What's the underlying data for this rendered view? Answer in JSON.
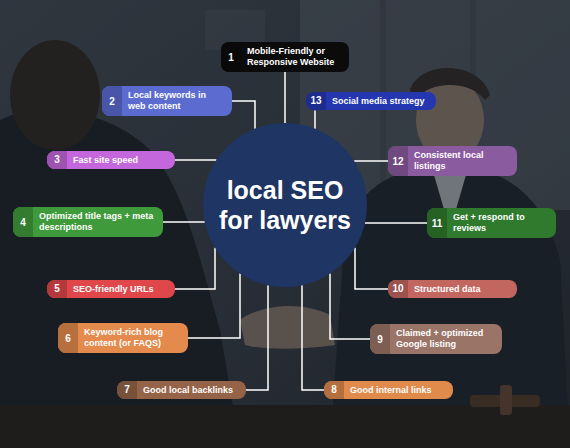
{
  "diagram": {
    "nodes": [
      {
        "text": [
          "local SEO for lawyers"
        ]
      },
      {
        "text": [
          "1",
          "Mobile-Friendly or Responsive Website"
        ]
      },
      {
        "text": [
          "2",
          "Local keywords in web content"
        ]
      },
      {
        "text": [
          "3",
          "Fast site speed"
        ]
      },
      {
        "text": [
          "4",
          "Optimized title tags + meta descriptions"
        ]
      },
      {
        "text": [
          "5",
          "SEO-friendly URLs"
        ]
      },
      {
        "text": [
          "6",
          "Keyword-rich blog content (or FAQS)"
        ]
      },
      {
        "text": [
          "7",
          "Good local backlinks"
        ]
      },
      {
        "text": [
          "8",
          "Good internal links"
        ]
      },
      {
        "text": [
          "9",
          "Claimed + optimized Google listing"
        ]
      },
      {
        "text": [
          "10",
          "Structured data"
        ]
      },
      {
        "text": [
          "11",
          "Get + respond to reviews"
        ]
      },
      {
        "text": [
          "12",
          "Consistent local listings"
        ]
      },
      {
        "text": [
          "13",
          "Social media strategy"
        ]
      }
    ],
    "edges": [
      {
        "from": 1,
        "to": 0,
        "arrow": "none"
      },
      {
        "from": 2,
        "to": 0,
        "arrow": "none"
      },
      {
        "from": 3,
        "to": 0,
        "arrow": "none"
      },
      {
        "from": 4,
        "to": 0,
        "arrow": "none"
      },
      {
        "from": 5,
        "to": 0,
        "arrow": "none"
      },
      {
        "from": 6,
        "to": 0,
        "arrow": "none"
      },
      {
        "from": 7,
        "to": 0,
        "arrow": "none"
      },
      {
        "from": 8,
        "to": 0,
        "arrow": "none"
      },
      {
        "from": 9,
        "to": 0,
        "arrow": "none"
      },
      {
        "from": 10,
        "to": 0,
        "arrow": "none"
      },
      {
        "from": 11,
        "to": 0,
        "arrow": "none"
      },
      {
        "from": 12,
        "to": 0,
        "arrow": "none"
      },
      {
        "from": 13,
        "to": 0,
        "arrow": "none"
      }
    ]
  }
}
